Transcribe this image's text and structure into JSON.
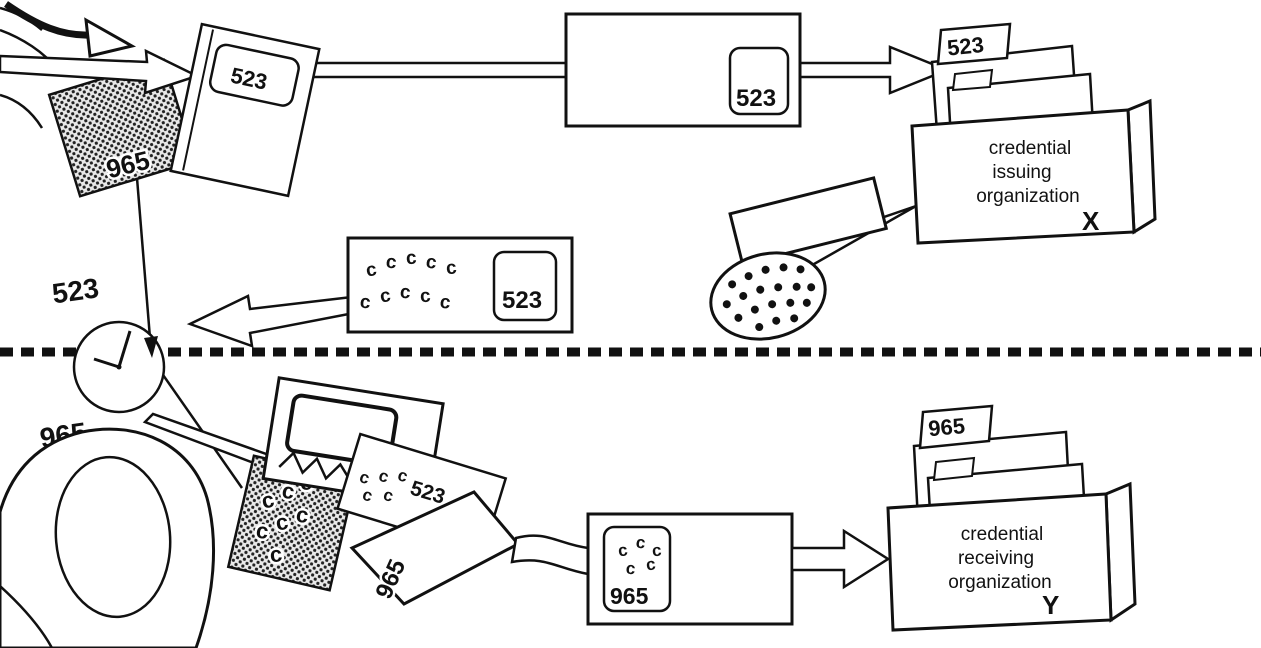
{
  "figure": {
    "upper_scene": {
      "blinded_envelope_number": "965",
      "signed_card_number": "523",
      "message_number": "523",
      "file_tab_number": "523",
      "organization_lines": [
        "credential",
        "issuing",
        "organization"
      ],
      "organization_letter": "X",
      "credential_number": "523"
    },
    "clock": {
      "label_before": "523",
      "label_after": "965"
    },
    "lower_scene": {
      "card_number": "523",
      "envelope_number": "965",
      "message_number": "965",
      "file_tab_number": "965",
      "organization_lines": [
        "credential",
        "receiving",
        "organization"
      ],
      "organization_letter": "Y"
    },
    "glyphs": {
      "credential_mark": "c"
    }
  }
}
